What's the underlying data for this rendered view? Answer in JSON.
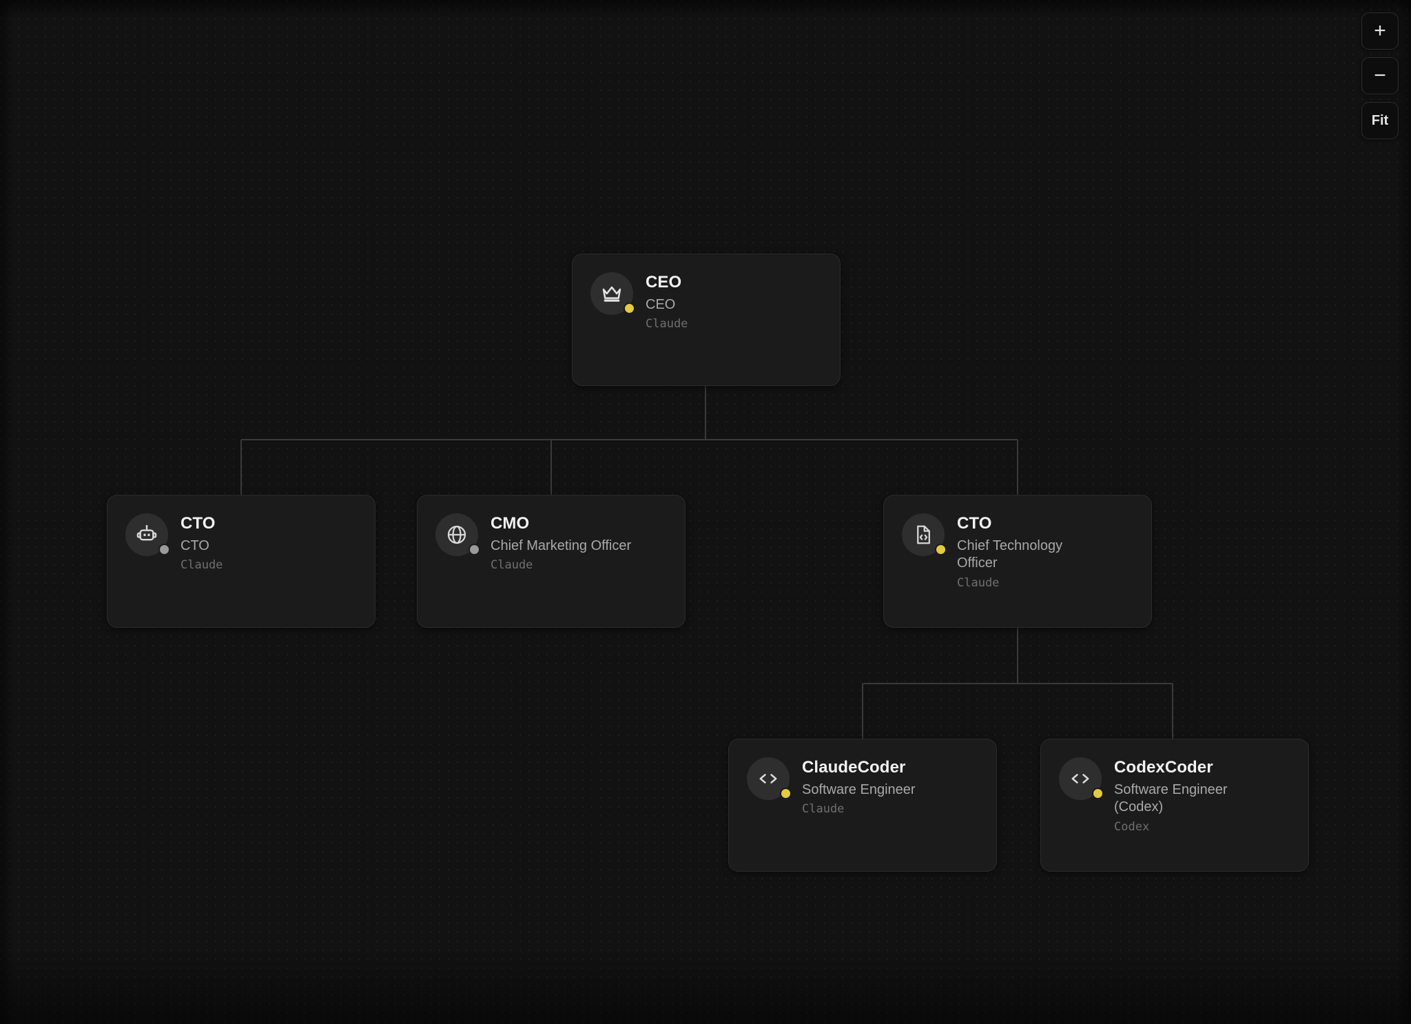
{
  "canvas": {
    "background_color": "#121212",
    "grid_dot_color": "#242424",
    "card_color": "#1b1b1b",
    "card_border_color": "#2b2b2b",
    "edge_color": "#3a3a3a",
    "status_active_color": "#e5c93f",
    "status_inactive_color": "#9a9a9a"
  },
  "zoom_controls": {
    "zoom_in_label": "+",
    "zoom_out_label": "−",
    "fit_label": "Fit"
  },
  "org_chart": {
    "nodes": [
      {
        "id": "ceo",
        "name": "CEO",
        "role": "CEO",
        "model": "Claude",
        "icon": "crown-icon",
        "status": "active"
      },
      {
        "id": "cto-bot",
        "name": "CTO",
        "role": "CTO",
        "model": "Claude",
        "icon": "robot-icon",
        "status": "inactive"
      },
      {
        "id": "cmo",
        "name": "CMO",
        "role": "Chief Marketing Officer",
        "model": "Claude",
        "icon": "globe-icon",
        "status": "inactive"
      },
      {
        "id": "cto-tech",
        "name": "CTO",
        "role": "Chief Technology Officer",
        "model": "Claude",
        "icon": "file-code-icon",
        "status": "active"
      },
      {
        "id": "claude-coder",
        "name": "ClaudeCoder",
        "role": "Software Engineer",
        "model": "Claude",
        "icon": "code-brackets-icon",
        "status": "active"
      },
      {
        "id": "codex-coder",
        "name": "CodexCoder",
        "role": "Software Engineer (Codex)",
        "model": "Codex",
        "icon": "code-brackets-icon",
        "status": "active"
      }
    ],
    "edges": [
      {
        "from": "ceo",
        "to": "cto-bot"
      },
      {
        "from": "ceo",
        "to": "cmo"
      },
      {
        "from": "ceo",
        "to": "cto-tech"
      },
      {
        "from": "cto-tech",
        "to": "claude-coder"
      },
      {
        "from": "cto-tech",
        "to": "codex-coder"
      }
    ]
  }
}
